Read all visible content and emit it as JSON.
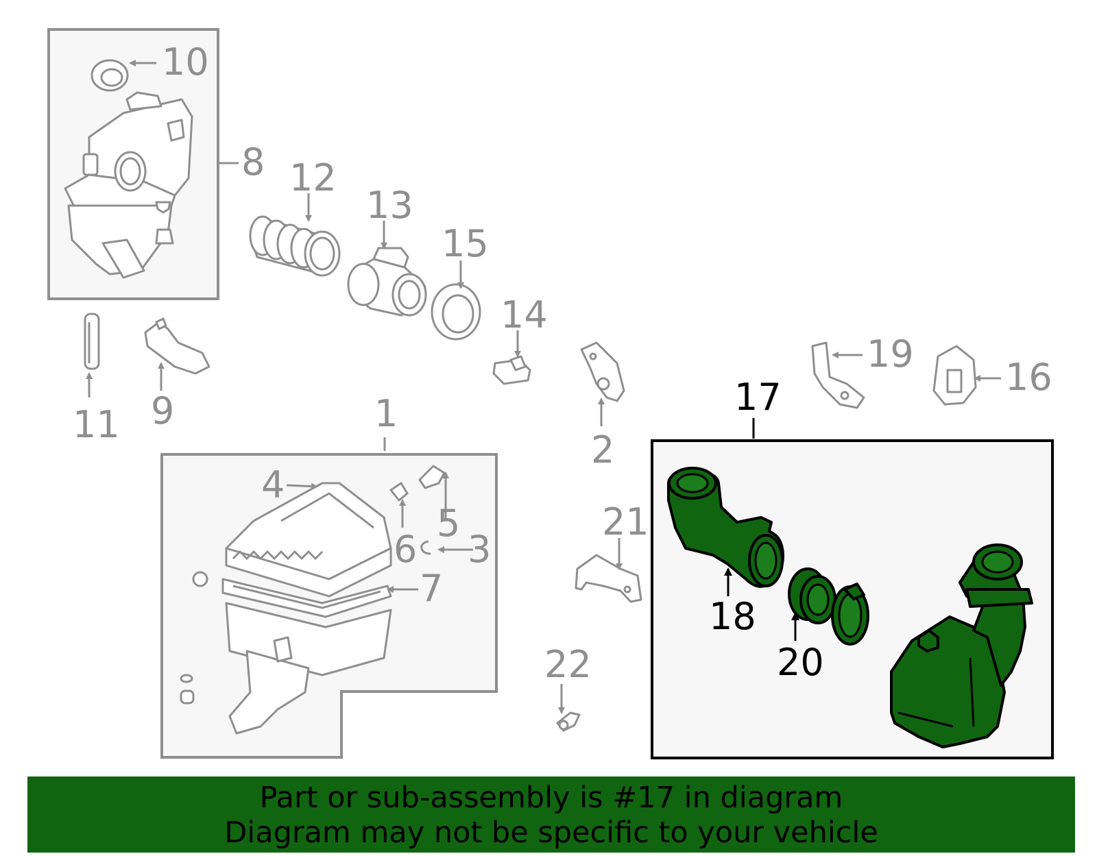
{
  "colors": {
    "highlight": "#116511",
    "muted": "#8f8f8f",
    "box_fill": "#f7f7f7"
  },
  "callouts": {
    "n1": "1",
    "n2": "2",
    "n3": "3",
    "n4": "4",
    "n5": "5",
    "n6": "6",
    "n7": "7",
    "n8": "8",
    "n9": "9",
    "n10": "10",
    "n11": "11",
    "n12": "12",
    "n13": "13",
    "n14": "14",
    "n15": "15",
    "n16": "16",
    "n17": "17",
    "n18": "18",
    "n19": "19",
    "n20": "20",
    "n21": "21",
    "n22": "22"
  },
  "highlighted_part": "17",
  "banner": {
    "line1": "Part or sub-assembly is #17 in diagram",
    "line2": "Diagram may not be specific to your vehicle"
  }
}
